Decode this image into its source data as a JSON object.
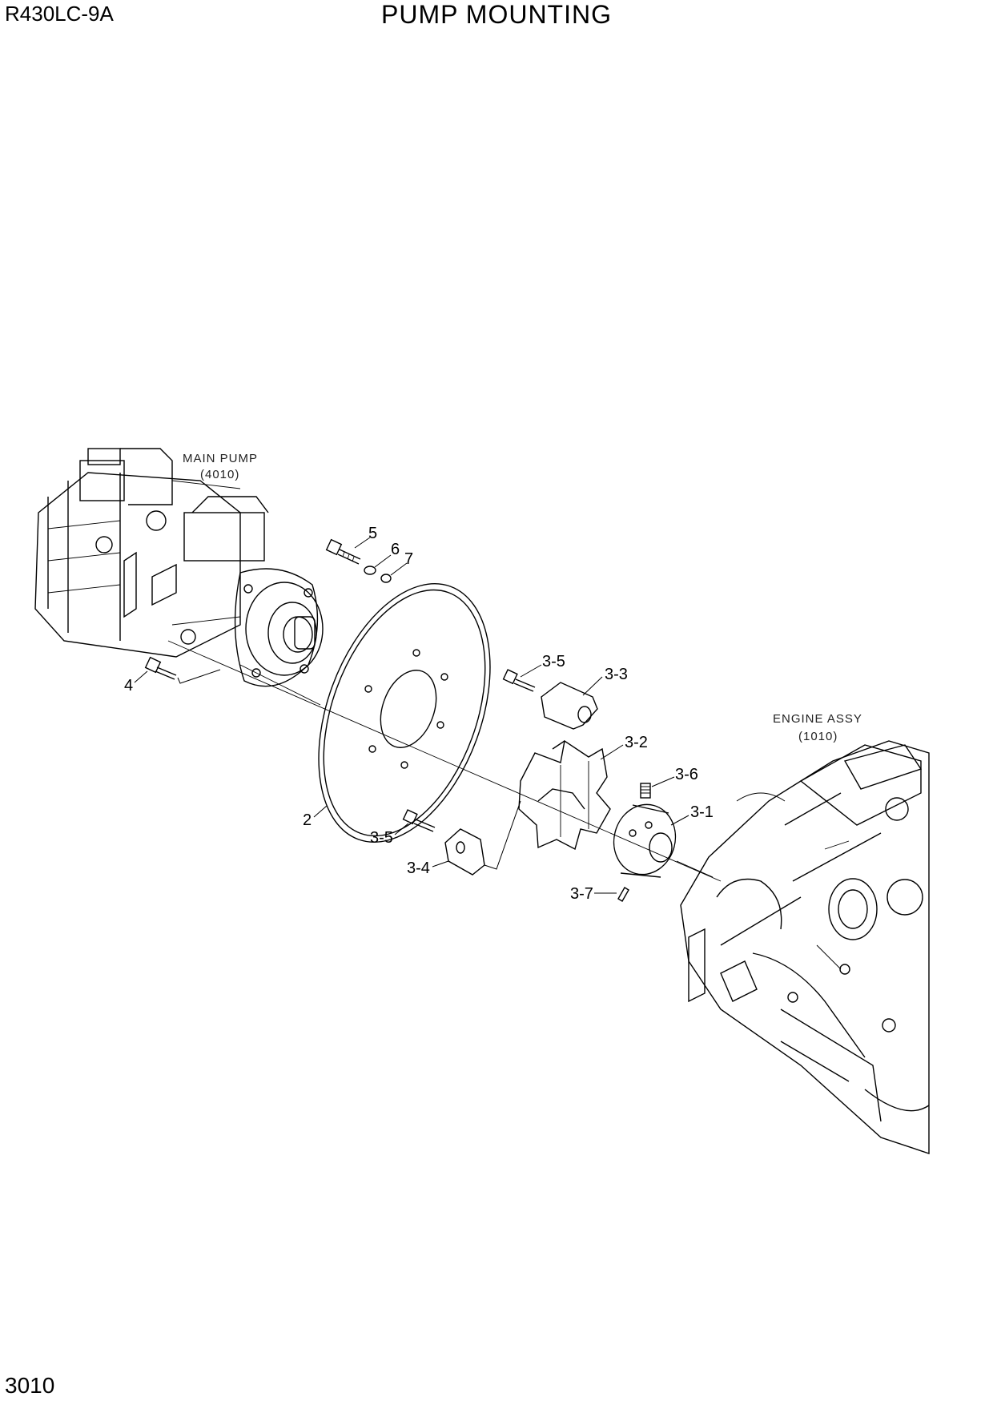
{
  "header": {
    "model": "R430LC-9A",
    "title": "PUMP MOUNTING"
  },
  "footer": {
    "page_number": "3010"
  },
  "assemblies": {
    "main_pump": {
      "name": "MAIN PUMP",
      "ref": "(4010)"
    },
    "engine": {
      "name": "ENGINE ASSY",
      "ref": "(1010)"
    }
  },
  "callouts": {
    "c2": "2",
    "c3_1": "3-1",
    "c3_2": "3-2",
    "c3_3": "3-3",
    "c3_4": "3-4",
    "c3_5_top": "3-5",
    "c3_5_bottom": "3-5",
    "c3_6": "3-6",
    "c3_7": "3-7",
    "c4": "4",
    "c5": "5",
    "c6": "6",
    "c7": "7"
  }
}
